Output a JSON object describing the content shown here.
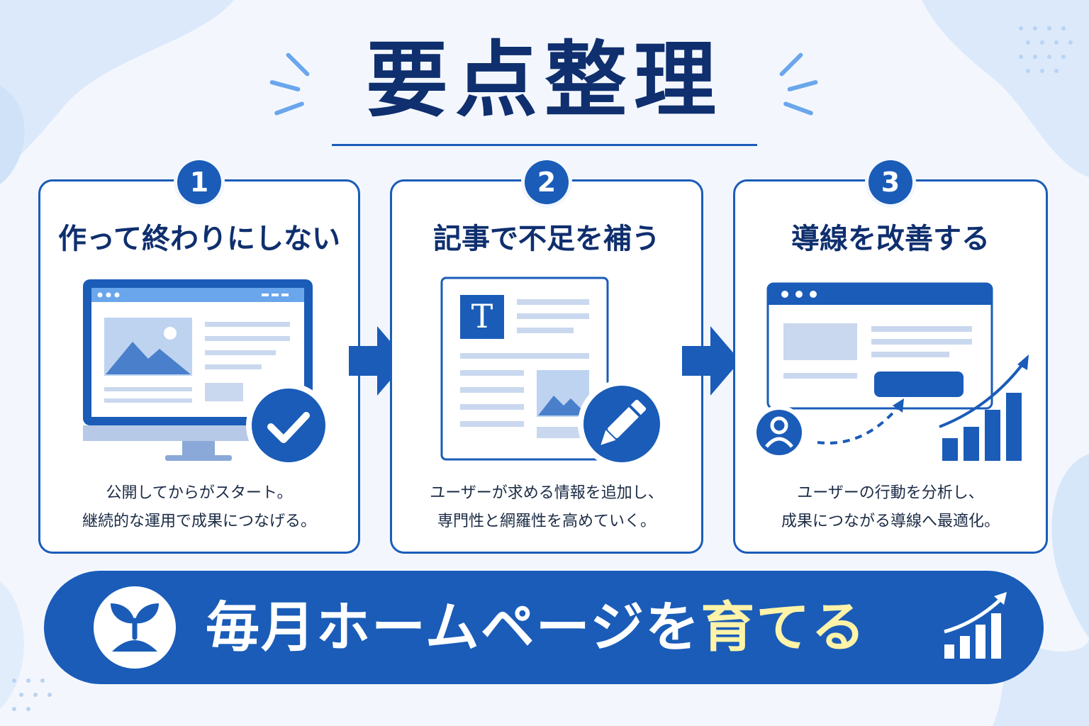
{
  "title": "要点整理",
  "colors": {
    "primary": "#1a5cb8",
    "dark_navy": "#0f2f6e",
    "accent_yellow": "#fff3a8",
    "background": "#f3f7fd"
  },
  "cards": [
    {
      "number": "1",
      "title": "作って終わりにしない",
      "desc_lines": [
        "公開してからがスタート。",
        "継続的な運用で成果につなげる。"
      ],
      "illustration": "monitor-with-checkmark",
      "badge_icon": "checkmark-icon"
    },
    {
      "number": "2",
      "title": "記事で不足を補う",
      "desc_lines": [
        "ユーザーが求める情報を追加し、",
        "専門性と網羅性を高めていく。"
      ],
      "illustration": "article-document-with-pencil",
      "doc_letter": "T",
      "badge_icon": "pencil-icon"
    },
    {
      "number": "3",
      "title": "導線を改善する",
      "desc_lines": [
        "ユーザーの行動を分析し、",
        "成果につながる導線へ最適化。"
      ],
      "illustration": "browser-user-path-growth-chart",
      "badge_icon": "user-icon"
    }
  ],
  "banner": {
    "text_main": "毎月ホームページを",
    "text_accent": "育てる",
    "left_icon": "sprout-icon",
    "right_icon": "growth-chart-icon"
  }
}
